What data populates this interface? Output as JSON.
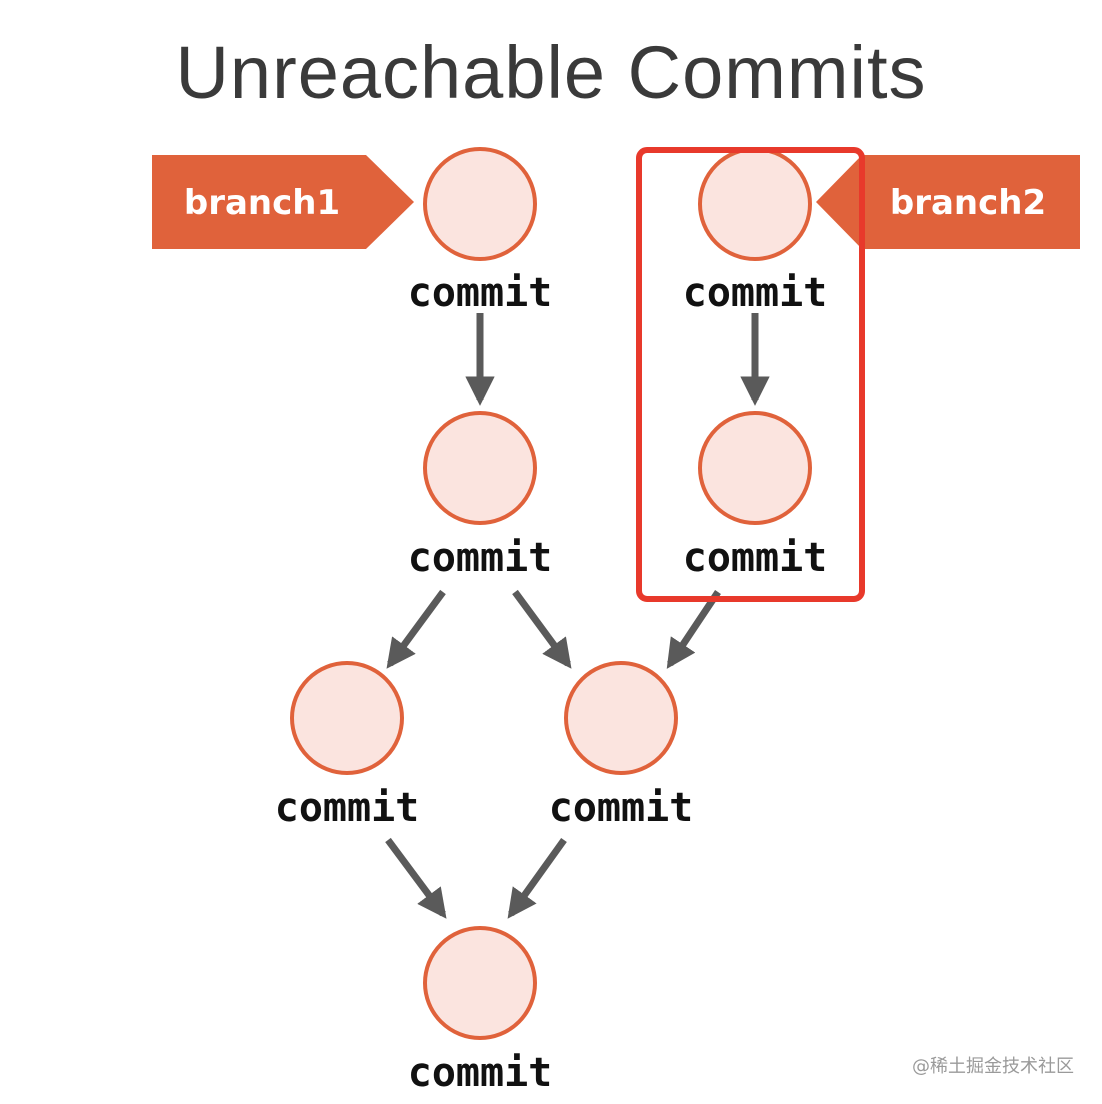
{
  "title": "Unreachable Commits",
  "commit_label": "commit",
  "branches": [
    {
      "id": "branch1",
      "label": "branch1"
    },
    {
      "id": "branch2",
      "label": "branch2"
    }
  ],
  "colors": {
    "accent": "#e0623b",
    "node_fill": "#fbe4df",
    "node_stroke": "#e0623b",
    "arrow": "#5a5a5a",
    "highlight": "#e8392b",
    "title": "#3a3a3a"
  },
  "watermark": "@稀土掘金技术社区"
}
